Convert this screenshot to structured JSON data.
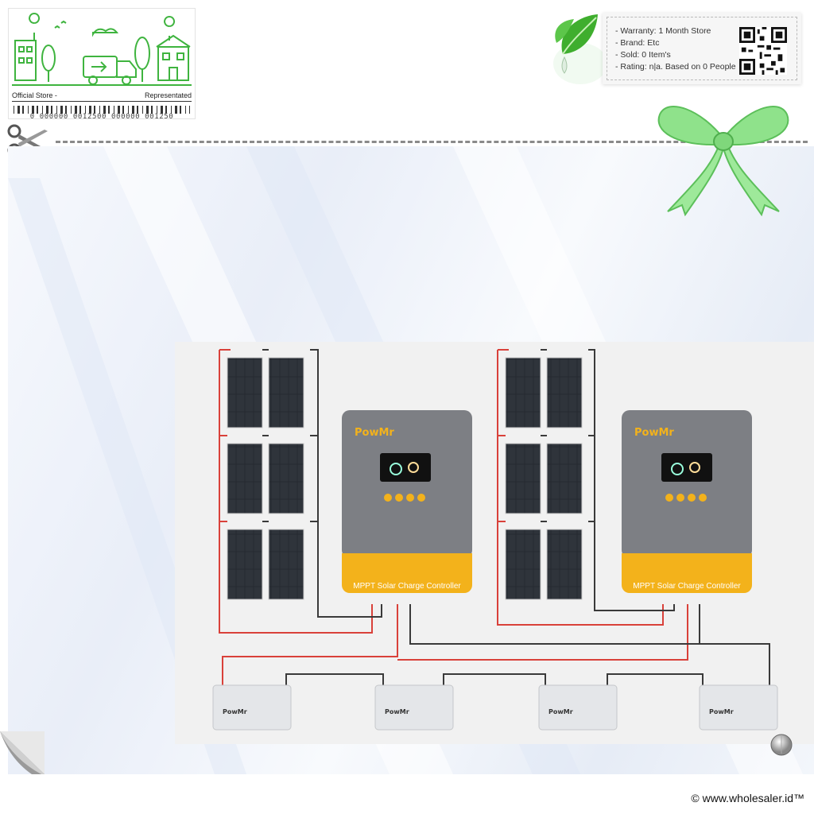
{
  "store_card": {
    "left_label": "Official Store -",
    "right_label": "Representated",
    "barcode_numbers": "0 000000 0012500 000000 001250"
  },
  "info": {
    "warranty": "- Warranty: 1 Month Store",
    "brand": "- Brand: Etc",
    "sold": "- Sold: 0 Item's",
    "rating": "- Rating: n|a. Based on 0 People"
  },
  "product": {
    "brand_name": "PowMr",
    "controller_label": "MPPT Solar Charge Controller",
    "battery_brand": "PowMr"
  },
  "footer": {
    "copyright": "© www.wholesaler.id™"
  },
  "colors": {
    "accent_green": "#3fb43f",
    "controller_grey": "#7d7f84",
    "controller_yellow": "#f3b21b",
    "wire_red": "#d9413a",
    "wire_black": "#3a3a3a"
  }
}
